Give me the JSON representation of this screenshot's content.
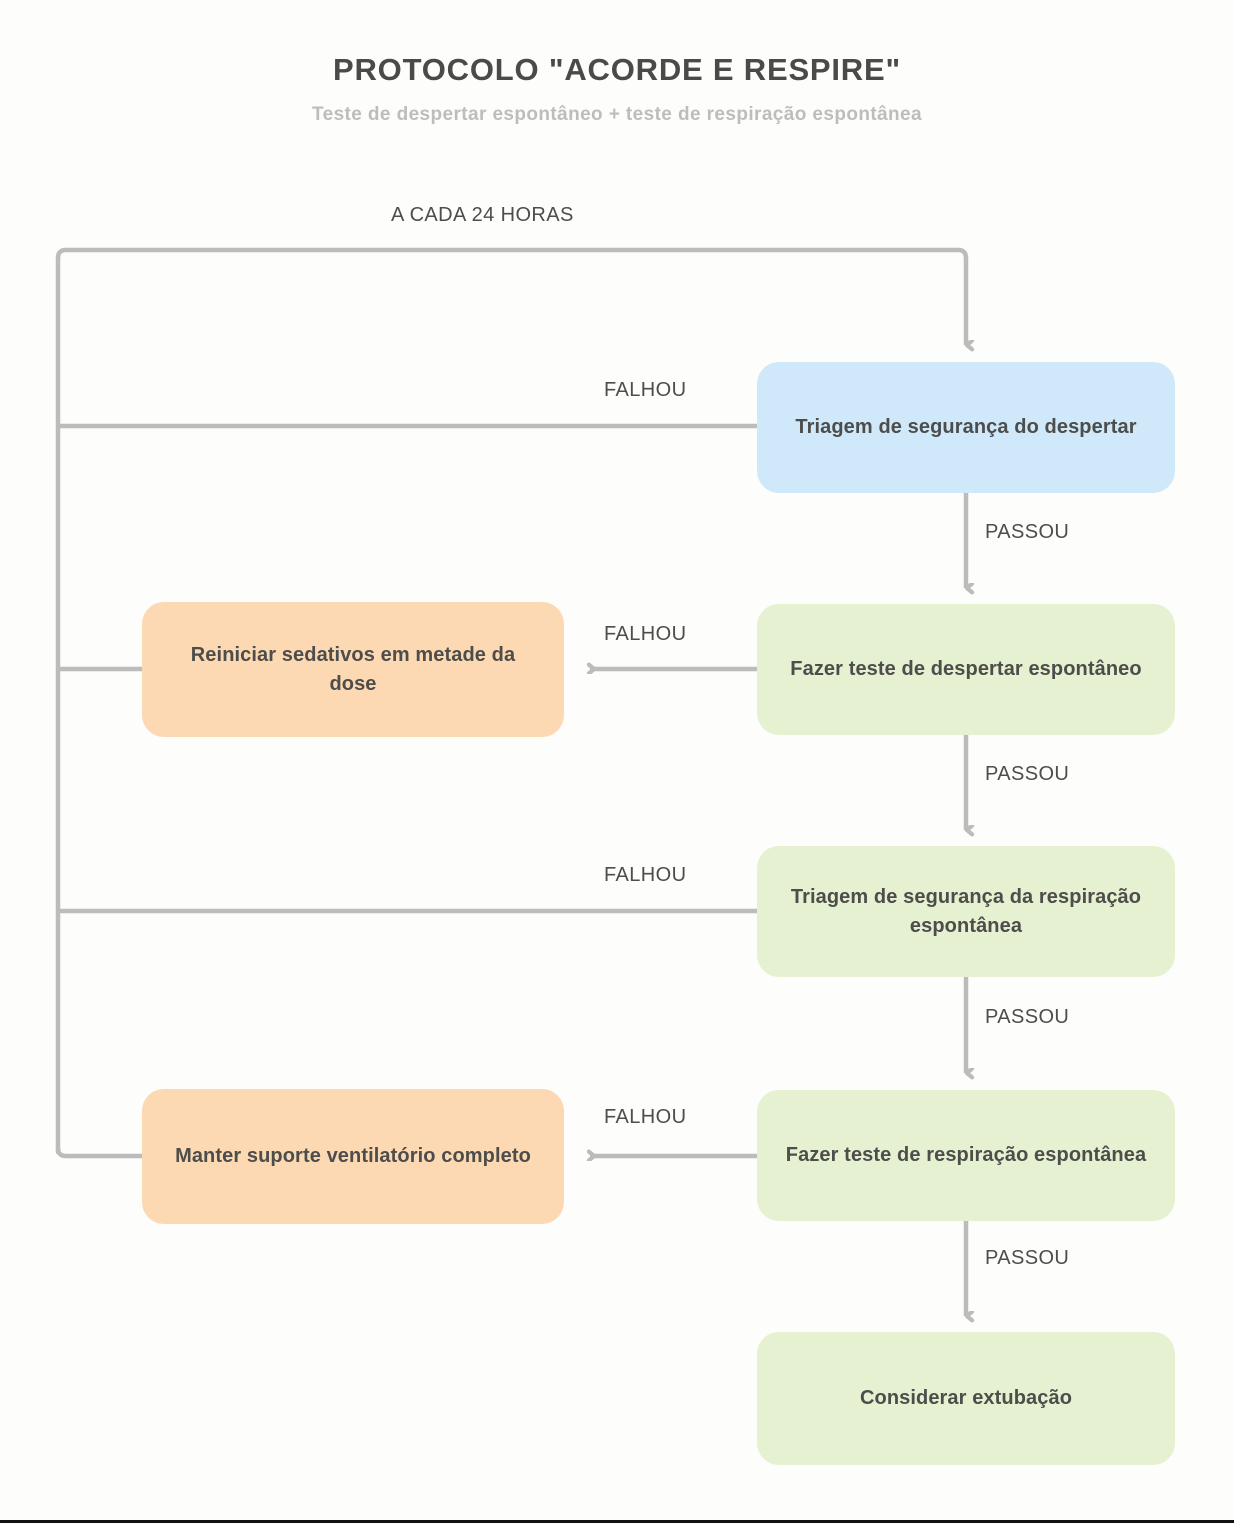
{
  "header": {
    "title": "PROTOCOLO \"ACORDE E RESPIRE\"",
    "subtitle": "Teste de despertar espontâneo + teste de respiração espontânea"
  },
  "colors": {
    "background": "#fdfdfc",
    "blue_box": "#cfe9fb",
    "green_box": "#e5f1d0",
    "orange_box": "#fcd9b3",
    "connector": "#bcbcbc",
    "title_text": "#4a4a48",
    "subtitle_text": "#bdbdbd",
    "node_text": "#4d4d4b"
  },
  "chart_data": {
    "type": "diagram",
    "title": "PROTOCOLO \"ACORDE E RESPIRE\"",
    "subtitle": "Teste de despertar espontâneo + teste de respiração espontânea",
    "nodes": [
      {
        "id": "awakening-safety",
        "label": "Triagem de segurança do despertar",
        "color": "blue",
        "column": "right"
      },
      {
        "id": "sat",
        "label": "Fazer teste de despertar espontâneo",
        "color": "green",
        "column": "right"
      },
      {
        "id": "restart-sedatives",
        "label": "Reiniciar sedativos em metade da dose",
        "color": "orange",
        "column": "left"
      },
      {
        "id": "sbt-safety",
        "label": "Triagem de segurança da respiração espontânea",
        "color": "green",
        "column": "right"
      },
      {
        "id": "sbt",
        "label": "Fazer teste de respiração espontânea",
        "color": "green",
        "column": "right"
      },
      {
        "id": "full-support",
        "label": "Manter suporte ventilatório completo",
        "color": "orange",
        "column": "left"
      },
      {
        "id": "extubation",
        "label": "Considerar extubação",
        "color": "green",
        "column": "right"
      }
    ],
    "edges": [
      {
        "from": "loop",
        "to": "awakening-safety",
        "label": "A CADA 24 HORAS",
        "arrow": true
      },
      {
        "from": "awakening-safety",
        "to": "loop",
        "label": "FALHOU",
        "arrow": false
      },
      {
        "from": "awakening-safety",
        "to": "sat",
        "label": "PASSOU",
        "arrow": true
      },
      {
        "from": "sat",
        "to": "restart-sedatives",
        "label": "FALHOU",
        "arrow": true
      },
      {
        "from": "restart-sedatives",
        "to": "loop",
        "label": "",
        "arrow": false
      },
      {
        "from": "sat",
        "to": "sbt-safety",
        "label": "PASSOU",
        "arrow": true
      },
      {
        "from": "sbt-safety",
        "to": "loop",
        "label": "FALHOU",
        "arrow": false
      },
      {
        "from": "sbt-safety",
        "to": "sbt",
        "label": "PASSOU",
        "arrow": true
      },
      {
        "from": "sbt",
        "to": "full-support",
        "label": "FALHOU",
        "arrow": true
      },
      {
        "from": "full-support",
        "to": "loop",
        "label": "",
        "arrow": false
      },
      {
        "from": "sbt",
        "to": "extubation",
        "label": "PASSOU",
        "arrow": true
      }
    ]
  },
  "nodes": {
    "awakening_safety": "Triagem de segurança do despertar",
    "sat": "Fazer teste de despertar espontâneo",
    "restart_sedatives": "Reiniciar sedativos em metade da dose",
    "sbt_safety": "Triagem de segurança da respiração espontânea",
    "sbt": "Fazer teste de respiração espontânea",
    "full_support": "Manter suporte ventilatório completo",
    "extubation": "Considerar extubação"
  },
  "edge_labels": {
    "cycle": "A CADA 24 HORAS",
    "fail_1": "FALHOU",
    "pass_1": "PASSOU",
    "fail_2": "FALHOU",
    "pass_2": "PASSOU",
    "fail_3": "FALHOU",
    "pass_3": "PASSOU",
    "fail_4": "FALHOU",
    "pass_4": "PASSOU"
  }
}
